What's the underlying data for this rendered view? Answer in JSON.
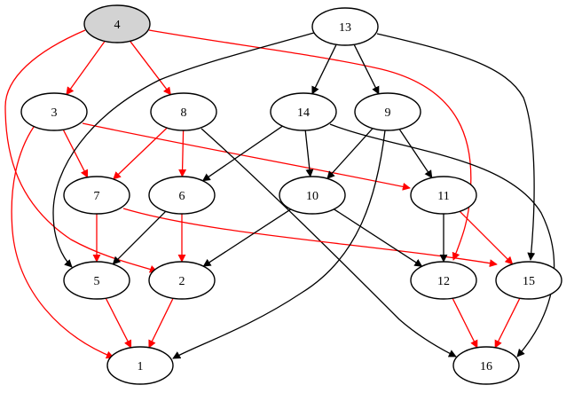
{
  "graph": {
    "nodes": [
      {
        "id": "4",
        "label": "4",
        "highlighted": true
      },
      {
        "id": "13",
        "label": "13",
        "highlighted": false
      },
      {
        "id": "3",
        "label": "3",
        "highlighted": false
      },
      {
        "id": "8",
        "label": "8",
        "highlighted": false
      },
      {
        "id": "14",
        "label": "14",
        "highlighted": false
      },
      {
        "id": "9",
        "label": "9",
        "highlighted": false
      },
      {
        "id": "7",
        "label": "7",
        "highlighted": false
      },
      {
        "id": "6",
        "label": "6",
        "highlighted": false
      },
      {
        "id": "10",
        "label": "10",
        "highlighted": false
      },
      {
        "id": "11",
        "label": "11",
        "highlighted": false
      },
      {
        "id": "5",
        "label": "5",
        "highlighted": false
      },
      {
        "id": "2",
        "label": "2",
        "highlighted": false
      },
      {
        "id": "12",
        "label": "12",
        "highlighted": false
      },
      {
        "id": "15",
        "label": "15",
        "highlighted": false
      },
      {
        "id": "1",
        "label": "1",
        "highlighted": false
      },
      {
        "id": "16",
        "label": "16",
        "highlighted": false
      }
    ],
    "edges": [
      {
        "from": "4",
        "to": "3",
        "color": "red"
      },
      {
        "from": "4",
        "to": "8",
        "color": "red"
      },
      {
        "from": "4",
        "to": "2",
        "color": "red"
      },
      {
        "from": "4",
        "to": "12",
        "color": "red"
      },
      {
        "from": "3",
        "to": "7",
        "color": "red"
      },
      {
        "from": "3",
        "to": "11",
        "color": "red"
      },
      {
        "from": "3",
        "to": "1",
        "color": "red"
      },
      {
        "from": "8",
        "to": "7",
        "color": "red"
      },
      {
        "from": "8",
        "to": "6",
        "color": "red"
      },
      {
        "from": "8",
        "to": "16",
        "color": "black"
      },
      {
        "from": "7",
        "to": "5",
        "color": "red"
      },
      {
        "from": "7",
        "to": "15",
        "color": "red"
      },
      {
        "from": "6",
        "to": "2",
        "color": "red"
      },
      {
        "from": "6",
        "to": "5",
        "color": "black"
      },
      {
        "from": "5",
        "to": "1",
        "color": "red"
      },
      {
        "from": "2",
        "to": "1",
        "color": "red"
      },
      {
        "from": "13",
        "to": "14",
        "color": "black"
      },
      {
        "from": "13",
        "to": "9",
        "color": "black"
      },
      {
        "from": "13",
        "to": "15",
        "color": "black"
      },
      {
        "from": "13",
        "to": "5",
        "color": "black"
      },
      {
        "from": "14",
        "to": "6",
        "color": "black"
      },
      {
        "from": "14",
        "to": "10",
        "color": "black"
      },
      {
        "from": "14",
        "to": "16",
        "color": "black"
      },
      {
        "from": "9",
        "to": "10",
        "color": "black"
      },
      {
        "from": "9",
        "to": "11",
        "color": "black"
      },
      {
        "from": "9",
        "to": "1",
        "color": "black"
      },
      {
        "from": "10",
        "to": "2",
        "color": "black"
      },
      {
        "from": "10",
        "to": "12",
        "color": "black"
      },
      {
        "from": "11",
        "to": "12",
        "color": "black"
      },
      {
        "from": "11",
        "to": "15",
        "color": "red"
      },
      {
        "from": "12",
        "to": "16",
        "color": "red"
      },
      {
        "from": "15",
        "to": "16",
        "color": "red"
      }
    ]
  },
  "colors": {
    "red": "#ff0000",
    "black": "#000000",
    "highlight_fill": "#d3d3d3",
    "node_fill": "#ffffff"
  }
}
